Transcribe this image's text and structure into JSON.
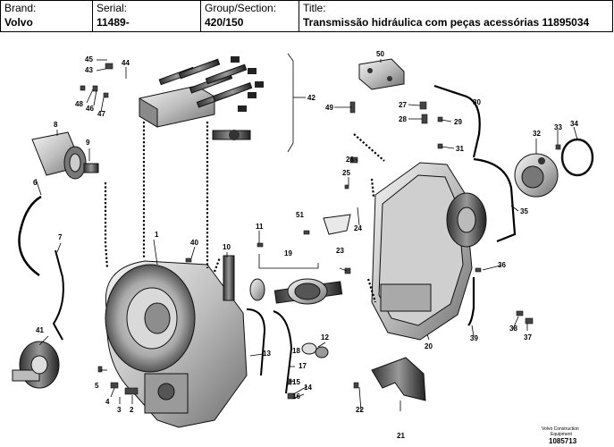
{
  "header": {
    "brand_label": "Brand:",
    "brand_value": "Volvo",
    "serial_label": "Serial:",
    "serial_value": "11489-",
    "group_label": "Group/Section:",
    "group_value": "420/150",
    "title_label": "Title:",
    "title_value": "Transmissão hidráulica com peças acessórias 11895034"
  },
  "callouts": {
    "c1": "1",
    "c2": "2",
    "c3": "3",
    "c4": "4",
    "c5": "5",
    "c6": "6",
    "c7": "7",
    "c8": "8",
    "c9": "9",
    "c10": "10",
    "c11": "11",
    "c12": "12",
    "c13": "13",
    "c14": "14",
    "c15": "15",
    "c16": "16",
    "c17": "17",
    "c18": "18",
    "c19": "19",
    "c20": "20",
    "c21": "21",
    "c22": "22",
    "c23": "23",
    "c24": "24",
    "c25": "25",
    "c26": "26",
    "c27": "27",
    "c28": "28",
    "c29": "29",
    "c30": "30",
    "c31": "31",
    "c32": "32",
    "c33": "33",
    "c34": "34",
    "c35": "35",
    "c36": "36",
    "c37": "37",
    "c38": "38",
    "c39": "39",
    "c40": "40",
    "c41": "41",
    "c42": "42",
    "c43": "43",
    "c44": "44",
    "c45": "45",
    "c46": "46",
    "c47": "47",
    "c48": "48",
    "c49": "49",
    "c50": "50",
    "c51": "51"
  },
  "footer": {
    "line1": "Volvo Construction",
    "line2": "Equipment",
    "drawing_number": "1085713"
  }
}
